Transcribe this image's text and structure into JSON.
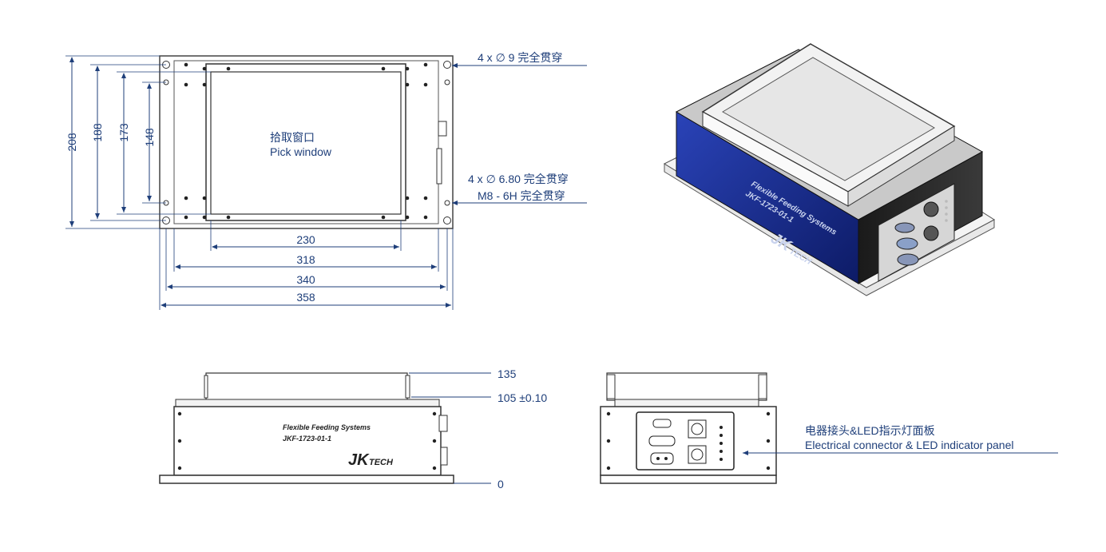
{
  "top_view": {
    "window_label_cn": "拾取窗口",
    "window_label_en": "Pick window",
    "hole_spec_1": "4 x ∅ 9 完全贯穿",
    "hole_spec_2": "4 x ∅ 6.80 完全贯穿",
    "thread_spec": "M8 - 6H 完全贯穿",
    "dims_vertical": [
      "208",
      "188",
      "173",
      "148"
    ],
    "dims_horizontal": [
      "230",
      "318",
      "340",
      "358"
    ]
  },
  "side_view": {
    "heights": [
      "135",
      "105 ±0.10",
      "0"
    ],
    "product_line": "Flexible Feeding Systems",
    "model": "JKF-1723-01-1",
    "logo_main": "JK",
    "logo_sub": "TECH"
  },
  "end_view": {
    "panel_label_cn": "电器接头&LED指示灯面板",
    "panel_label_en": "Electrical connector & LED indicator panel"
  },
  "iso_view": {
    "product_line": "Flexible Feeding Systems",
    "model": "JKF-1723-01-1",
    "logo_main": "JK",
    "logo_sub": "TECH"
  },
  "colors": {
    "dimension": "#1f3f7a",
    "outline": "#333333",
    "body_blue": "#1b2f8f"
  }
}
